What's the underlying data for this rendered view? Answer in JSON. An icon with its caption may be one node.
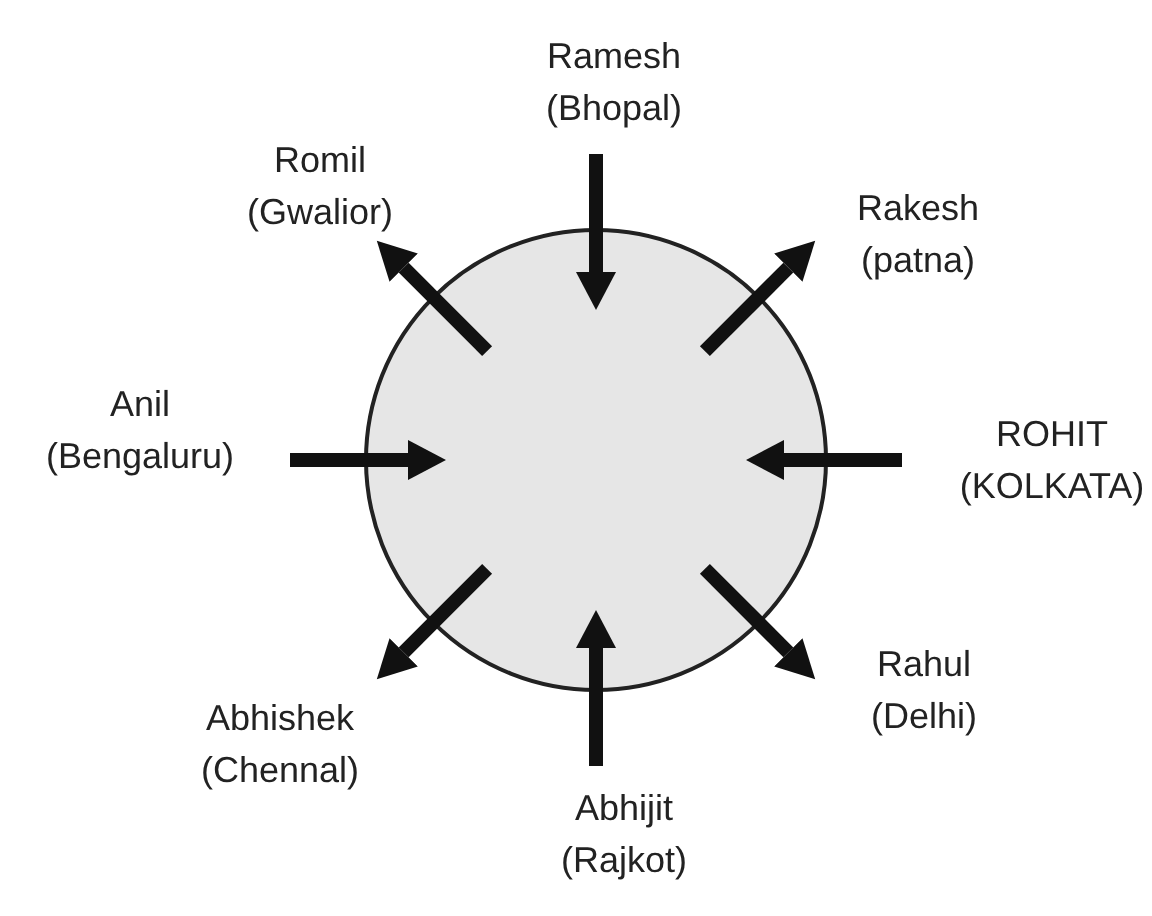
{
  "diagram": {
    "nodes": [
      {
        "text": [],
        "shape": "circle"
      },
      {
        "text": [
          "Ramesh",
          "(Bhopal)"
        ]
      },
      {
        "text": [
          "Romil",
          "(Gwalior)"
        ]
      },
      {
        "text": [
          "Rakesh",
          "(patna)"
        ]
      },
      {
        "text": [
          "Anil",
          "(Bengaluru)"
        ]
      },
      {
        "text": [
          "ROHIT",
          "(KOLKATA)"
        ]
      },
      {
        "text": [
          "Abhishek",
          "(Chennal)"
        ]
      },
      {
        "text": [
          "Rahul",
          "(Delhi)"
        ]
      },
      {
        "text": [
          "Abhijit",
          "(Rajkot)"
        ]
      }
    ],
    "edges": [
      {
        "from": 1,
        "to": 0,
        "arrow": "to"
      },
      {
        "from": 0,
        "to": 2,
        "arrow": "to"
      },
      {
        "from": 0,
        "to": 3,
        "arrow": "to"
      },
      {
        "from": 4,
        "to": 0,
        "arrow": "to"
      },
      {
        "from": 5,
        "to": 0,
        "arrow": "to"
      },
      {
        "from": 0,
        "to": 6,
        "arrow": "to"
      },
      {
        "from": 0,
        "to": 7,
        "arrow": "to"
      },
      {
        "from": 8,
        "to": 0,
        "arrow": "to"
      }
    ]
  }
}
